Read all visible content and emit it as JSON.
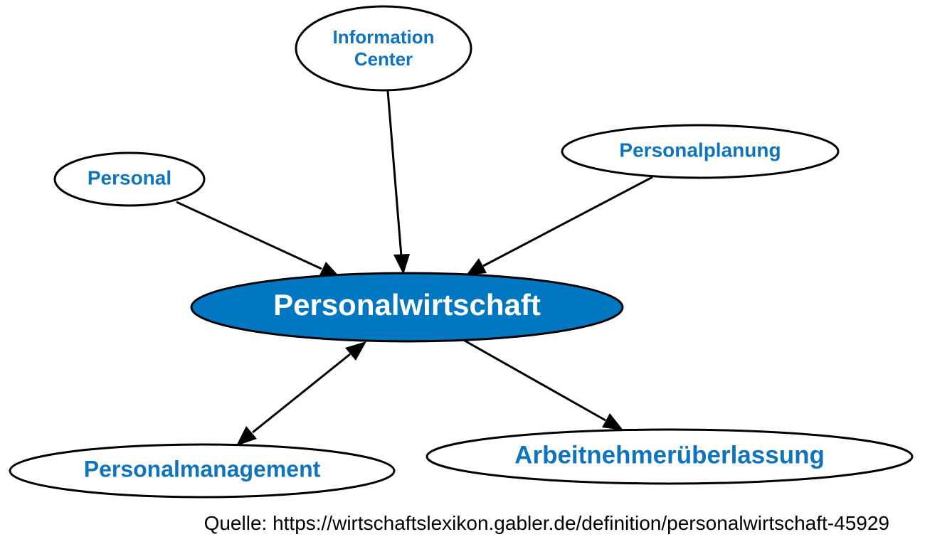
{
  "diagram": {
    "colors": {
      "central_fill": "#0077c0",
      "label_text": "#0f74c0",
      "central_label_text": "#ffffff",
      "stroke": "#000000"
    },
    "nodes": {
      "information_center": {
        "label_line1": "Information",
        "label_line2": "Center"
      },
      "personal": {
        "label": "Personal"
      },
      "personalplanung": {
        "label": "Personalplanung"
      },
      "personalwirtschaft": {
        "label": "Personalwirtschaft"
      },
      "personalmanagement": {
        "label": "Personalmanagement"
      },
      "arbeitnehmerueberlassung": {
        "label": "Arbeitnehmerüberlassung"
      }
    },
    "edges": [
      {
        "from": "information_center",
        "to": "personalwirtschaft",
        "direction": "forward"
      },
      {
        "from": "personal",
        "to": "personalwirtschaft",
        "direction": "forward"
      },
      {
        "from": "personalplanung",
        "to": "personalwirtschaft",
        "direction": "forward"
      },
      {
        "from": "personalwirtschaft",
        "to": "personalmanagement",
        "direction": "both"
      },
      {
        "from": "personalwirtschaft",
        "to": "arbeitnehmerueberlassung",
        "direction": "forward"
      }
    ],
    "source": "Quelle: https://wirtschaftslexikon.gabler.de/definition/personalwirtschaft-45929"
  }
}
